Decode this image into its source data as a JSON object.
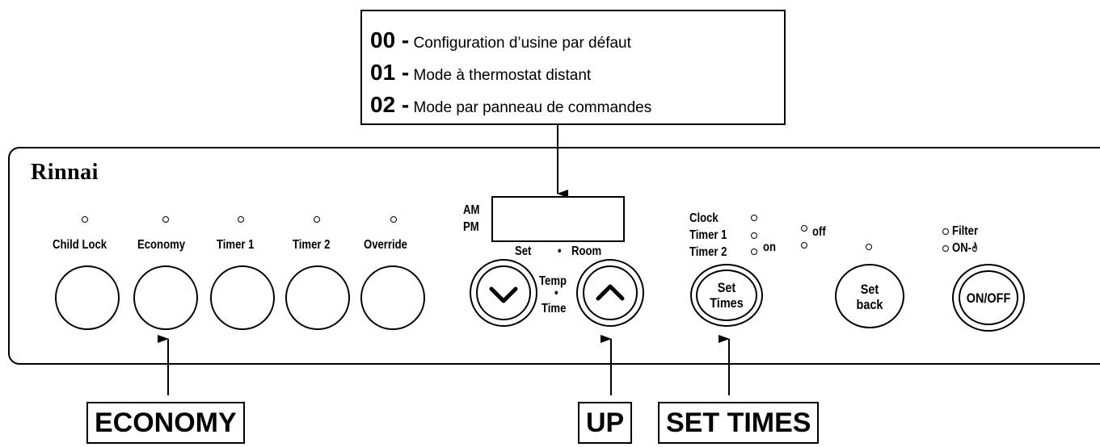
{
  "brand": "Rinnai",
  "mode_callout": [
    {
      "code": "00 -",
      "text": "Configuration d’usine par défaut"
    },
    {
      "code": "01 -",
      "text": "Mode à thermostat distant"
    },
    {
      "code": "02 -",
      "text": "Mode par panneau de commandes"
    }
  ],
  "left_buttons": [
    "Child Lock",
    "Economy",
    "Timer 1",
    "Timer 2",
    "Override"
  ],
  "display": {
    "am": "AM",
    "pm": "PM",
    "set": "Set",
    "dot": "•",
    "room": "Room"
  },
  "temp_time": {
    "temp": "Temp",
    "dot": "•",
    "time": "Time"
  },
  "set_times": {
    "clock": "Clock",
    "timer1": "Timer 1",
    "timer2": "Timer 2",
    "on": "on",
    "off": "off",
    "button_line1": "Set",
    "button_line2": "Times"
  },
  "set_back": {
    "line1": "Set",
    "line2": "back"
  },
  "power": {
    "filter": "Filter",
    "on_indicator": "ON-",
    "flame": "🔥",
    "button": "ON/OFF"
  },
  "bottom_labels": {
    "economy": "ECONOMY",
    "up": "UP",
    "set_times": "SET TIMES"
  }
}
